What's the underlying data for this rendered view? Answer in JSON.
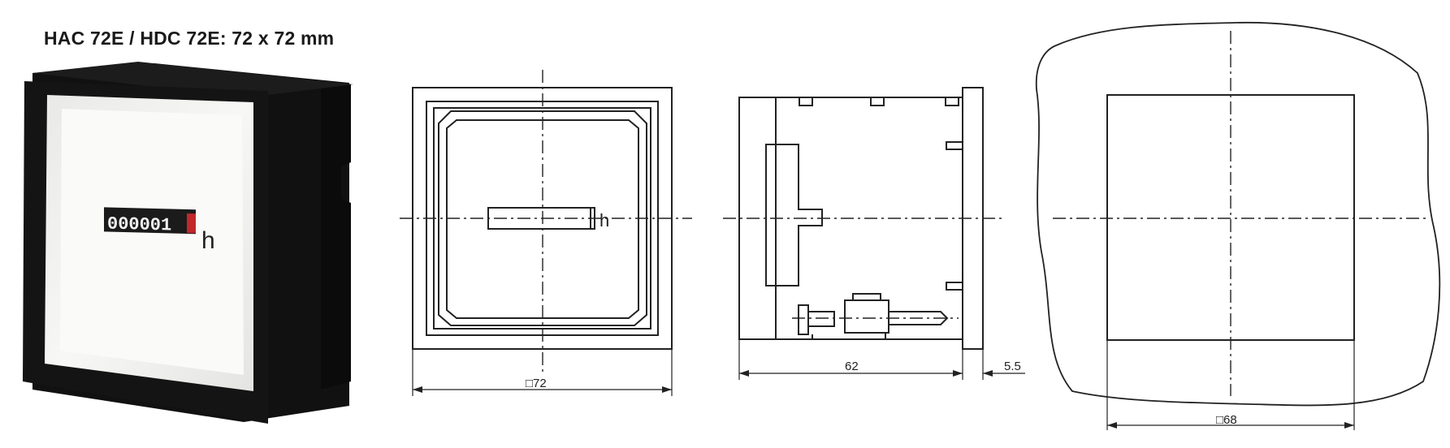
{
  "title": "HAC 72E / HDC 72E: 72 x 72 mm",
  "photo": {
    "counter_digits": "000001",
    "unit": "h"
  },
  "front_view": {
    "unit": "h",
    "width_dim": "□72"
  },
  "side_view": {
    "depth_dim": "62",
    "bezel_dim": "5.5"
  },
  "cutout_view": {
    "width_dim": "□68"
  },
  "colors": {
    "line": "#222222",
    "housing": "#151515",
    "face": "#f4f4f2",
    "counter_red": "#c0282a"
  }
}
